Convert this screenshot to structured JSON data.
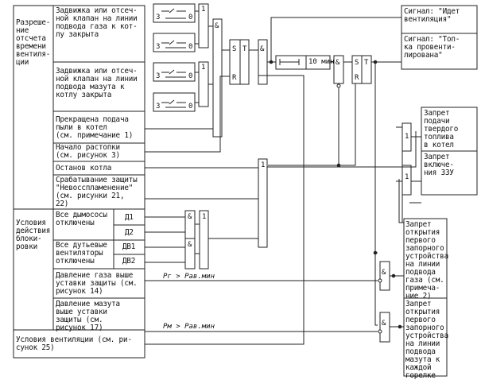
{
  "left_table": {
    "group1_label": "Разреше-\nние\nотсчета\nвремени\nвентиля-\nции",
    "rows1": [
      "Задвижка или отсеч-\nной клапан на линии\nподвода газа к кот-\nлу закрыта",
      "Задвижка или отсеч-\nной клапан на линии\nподвода мазута к\nкотлу закрыта",
      "Прекращена подача\nпыли в котел\n(см. примечание 1)",
      "Начало растопки\n(см. рисунок 3)",
      "Останов котла",
      "Срабатывание защиты\n\"Невосспламенение\"\n(см. рисунки 21,\n22)"
    ],
    "group2_label": "Условия\nдействия\nблоки-\nровки",
    "smoke_exhausters": {
      "label": "Все дымососы\nотключены",
      "items": [
        "Д1",
        "Д2"
      ]
    },
    "fans": {
      "label": "Все дутьевые\nвентиляторы\nотключены",
      "items": [
        "ДВ1",
        "ДВ2"
      ]
    },
    "gas_pressure": "Давление газа выше\nуставки защиты (см.\nрисунок 14)",
    "oil_pressure": "Давление мазута\nвыше уставки\nзащиты (см.\nрисунок 17)",
    "ventilation_conditions": "Условия вентиляции (см. ри-\nсунок 25)"
  },
  "switch": {
    "left": "3",
    "right": "0"
  },
  "gates": {
    "or": "1",
    "and": "&",
    "set": "S",
    "reset": "R",
    "trigger": "T"
  },
  "timer": {
    "label": "10 мин"
  },
  "signal_labels": {
    "gas": "Pг > Pав.мин",
    "oil": "Pм > Pав.мин"
  },
  "outputs": {
    "ventilation_running": "Сигнал: \"Идет\nвентиляция\"",
    "furnace_ventilated": "Сигнал: \"Топ-\nка провенти-\nлирована\"",
    "solid_fuel_ban": "Запрет\nподачи\nтвердого\nтоплива\nв котел",
    "zzu_ban": "Запрет\nвключе-\nния ЗЗУ",
    "gas_valve_ban": "Запрет\nоткрытия\nпервого\nзапорного\nустройства\nна линии\nподвода\nгаза (см.\nпримеча-\nние 2)",
    "oil_valve_ban": "Запрет\nоткрытия\nпервого\nзапорного\nустройства\nна линии\nподвода\nмазута  к\nкаждой\nгорелке"
  }
}
